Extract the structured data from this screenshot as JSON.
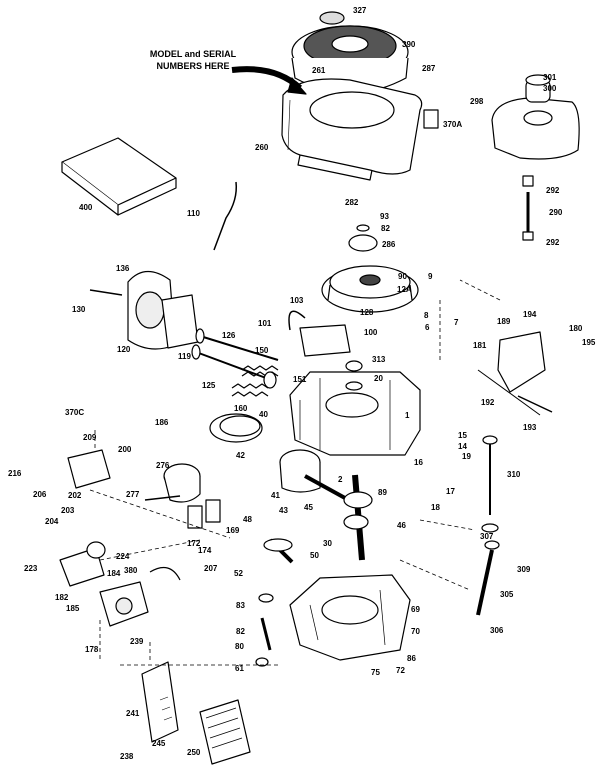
{
  "note": {
    "line1": "MODEL and SERIAL",
    "line2": "NUMBERS HERE"
  },
  "labels": [
    "327",
    "390",
    "261",
    "287",
    "301",
    "300",
    "298",
    "370A",
    "260",
    "400",
    "282",
    "292",
    "290",
    "292",
    "93",
    "82",
    "286",
    "110",
    "136",
    "90",
    "9",
    "12A",
    "103",
    "130",
    "128",
    "8",
    "6",
    "7",
    "101",
    "126",
    "100",
    "120",
    "119",
    "189",
    "194",
    "180",
    "313",
    "150",
    "181",
    "195",
    "20",
    "151",
    "125",
    "160",
    "40",
    "1",
    "192",
    "370C",
    "186",
    "193",
    "209",
    "200",
    "42",
    "15",
    "14",
    "19",
    "310",
    "216",
    "276",
    "206",
    "202",
    "203",
    "204",
    "277",
    "2",
    "41",
    "89",
    "16",
    "17",
    "18",
    "43",
    "45",
    "169",
    "172",
    "48",
    "174",
    "30",
    "46",
    "307",
    "224",
    "50",
    "207",
    "223",
    "184",
    "380",
    "309",
    "182",
    "185",
    "52",
    "305",
    "83",
    "69",
    "239",
    "178",
    "82",
    "70",
    "306",
    "80",
    "86",
    "61",
    "75",
    "72",
    "241",
    "245",
    "238",
    "250"
  ]
}
